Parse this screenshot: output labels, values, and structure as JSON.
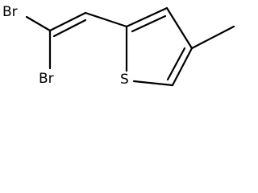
{
  "molecule": {
    "atoms": {
      "br_top": "Br",
      "br_bottom": "Br",
      "sulfur": "S"
    },
    "bonds": [
      {
        "id": "vinyl-cbr2-to-br-top",
        "order": 1
      },
      {
        "id": "vinyl-cbr2-to-br-bottom",
        "order": 1
      },
      {
        "id": "vinyl-c-equals-c",
        "order": 2
      },
      {
        "id": "vinyl-to-thiophene-c2",
        "order": 1
      },
      {
        "id": "thiophene-c2-c3",
        "order": 2
      },
      {
        "id": "thiophene-c3-c4",
        "order": 1
      },
      {
        "id": "thiophene-c4-c5",
        "order": 2
      },
      {
        "id": "thiophene-c5-s",
        "order": 1
      },
      {
        "id": "thiophene-s-c2",
        "order": 1
      },
      {
        "id": "thiophene-c4-methyl",
        "order": 1
      }
    ]
  }
}
